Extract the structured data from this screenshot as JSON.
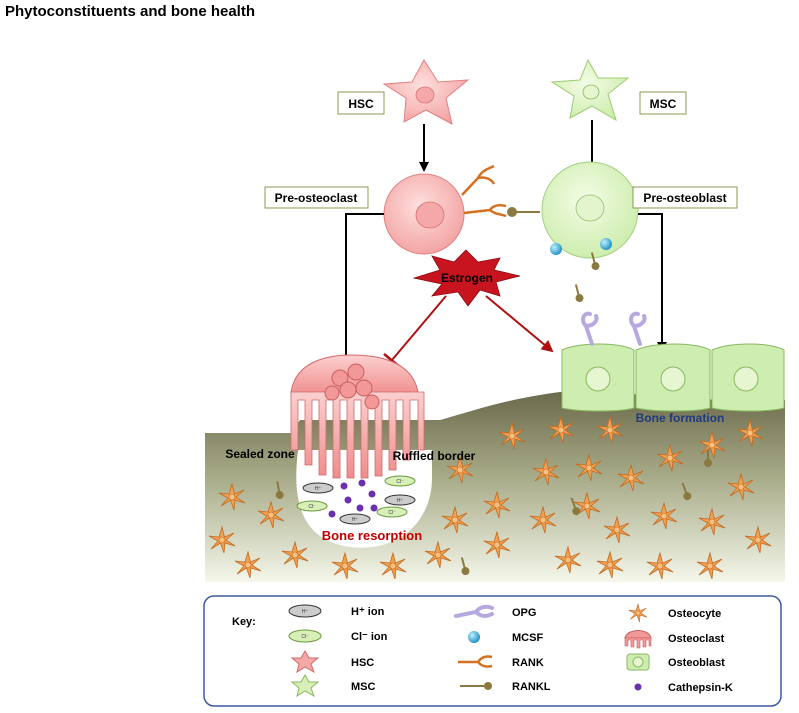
{
  "title": "Phytoconstituents and bone health",
  "labels": {
    "hsc": "HSC",
    "msc": "MSC",
    "pre_osteoclast": "Pre-osteoclast",
    "pre_osteoblast": "Pre-osteoblast",
    "estrogen": "Estrogen",
    "sealed_zone": "Sealed zone",
    "ruffled_border": "Ruffled border",
    "bone_resorption": "Bone resorption",
    "bone_formation": "Bone formation"
  },
  "ion_marks": {
    "h": "H⁺",
    "cl": "Cl⁻"
  },
  "key": {
    "title": "Key:",
    "items": [
      {
        "label": "H⁺ ion",
        "icon": "h-ion-icon"
      },
      {
        "label": "Cl⁻ ion",
        "icon": "cl-ion-icon"
      },
      {
        "label": "HSC",
        "icon": "hsc-icon"
      },
      {
        "label": "MSC",
        "icon": "msc-icon"
      },
      {
        "label": "OPG",
        "icon": "opg-icon"
      },
      {
        "label": "MCSF",
        "icon": "mcsf-icon"
      },
      {
        "label": "RANK",
        "icon": "rank-icon"
      },
      {
        "label": "RANKL",
        "icon": "rankl-icon"
      },
      {
        "label": "Osteocyte",
        "icon": "osteocyte-icon"
      },
      {
        "label": "Osteoclast",
        "icon": "osteoclast-icon"
      },
      {
        "label": "Osteoblast",
        "icon": "osteoblast-icon"
      },
      {
        "label": "Cathepsin-K",
        "icon": "cathepsin-k-icon"
      }
    ]
  },
  "colors": {
    "hsc_fill": "#f4a8a8",
    "msc_fill": "#d8f0b8",
    "estrogen_fill": "#c8141e",
    "bone_dark": "#7a7a5a",
    "bone_light": "#f2f6e6",
    "rank": "#d47020",
    "rankl": "#8a7a40",
    "opg": "#b8a8e0",
    "mcsf": "#30b0d8",
    "cathepsin": "#6a30b0",
    "inhibit": "#c01010"
  }
}
